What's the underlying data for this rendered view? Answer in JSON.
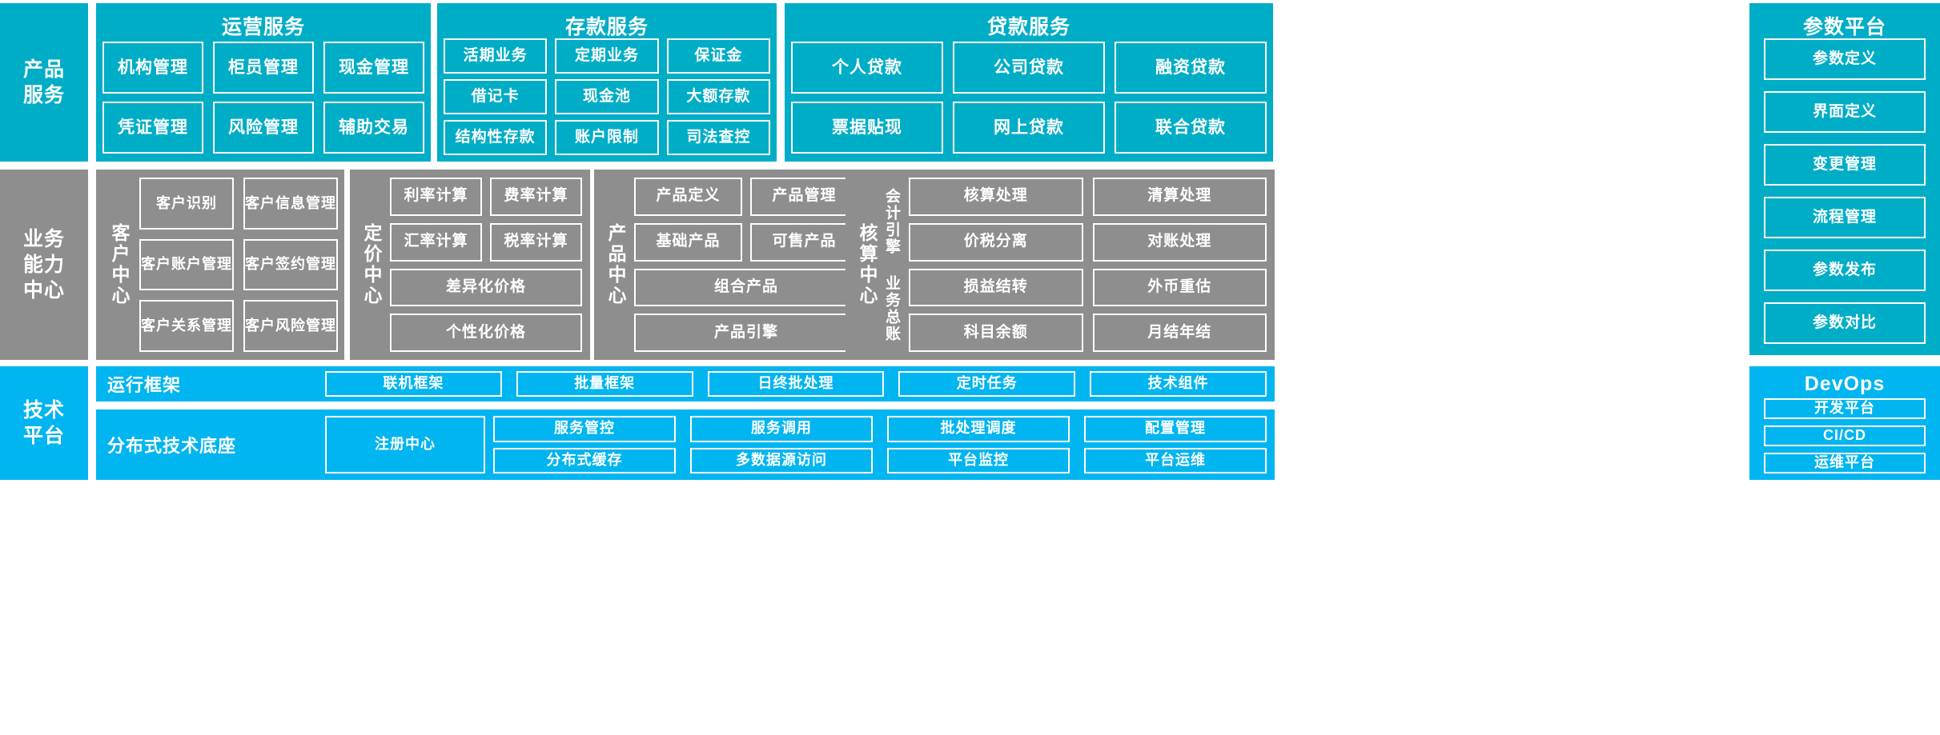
{
  "colors": {
    "teal": "#00ADC6",
    "grey": "#8E8E8E",
    "cyan": "#00B5F0",
    "outline": "#FFFFFF"
  },
  "bands": {
    "product_services": {
      "rail_label": "产品\n服务",
      "groups": [
        {
          "title": "运营服务",
          "tiles": [
            "机构管理",
            "柜员管理",
            "现金管理",
            "凭证管理",
            "风险管理",
            "辅助交易"
          ]
        },
        {
          "title": "存款服务",
          "tiles": [
            "活期业务",
            "定期业务",
            "保证金",
            "借记卡",
            "现金池",
            "大额存款",
            "结构性存款",
            "账户限制",
            "司法查控"
          ]
        },
        {
          "title": "贷款服务",
          "tiles": [
            "个人贷款",
            "公司贷款",
            "融资贷款",
            "票据贴现",
            "网上贷款",
            "联合贷款"
          ]
        }
      ]
    },
    "business_capability": {
      "rail_label": "业务\n能力\n中心",
      "groups": [
        {
          "vlabel": "客户中心",
          "tiles": [
            "客户识别",
            "客户信息管理",
            "客户账户管理",
            "客户签约管理",
            "客户关系管理",
            "客户风险管理"
          ]
        },
        {
          "vlabel": "定价中心",
          "tiles": [
            "利率计算",
            "费率计算",
            "汇率计算",
            "税率计算",
            "差异化价格",
            "个性化价格"
          ]
        },
        {
          "vlabel": "产品中心",
          "tiles": [
            "产品定义",
            "产品管理",
            "基础产品",
            "可售产品",
            "组合产品",
            "产品引擎"
          ]
        },
        {
          "vlabel": "核算中心",
          "sub_labels": [
            "会计引擎",
            "业务总账"
          ],
          "tiles": [
            "核算处理",
            "清算处理",
            "价税分离",
            "对账处理",
            "损益结转",
            "外币重估",
            "科目余额",
            "月结年结"
          ]
        }
      ]
    },
    "technical_platform": {
      "rail_label": "技术\n平台",
      "rows": [
        {
          "label": "运行框架",
          "tiles": [
            "联机框架",
            "批量框架",
            "日终批处理",
            "定时任务",
            "技术组件"
          ]
        },
        {
          "label": "分布式技术底座",
          "featured": "注册中心",
          "tiles": [
            "服务管控",
            "服务调用",
            "批处理调度",
            "配置管理",
            "分布式缓存",
            "多数据源访问",
            "平台监控",
            "平台运维"
          ]
        }
      ]
    }
  },
  "side_panels": {
    "parameter_platform": {
      "title": "参数平台",
      "items": [
        "参数定义",
        "界面定义",
        "变更管理",
        "流程管理",
        "参数发布",
        "参数对比"
      ]
    },
    "devops": {
      "title": "DevOps",
      "items": [
        "开发平台",
        "CI/CD",
        "运维平台"
      ]
    }
  }
}
